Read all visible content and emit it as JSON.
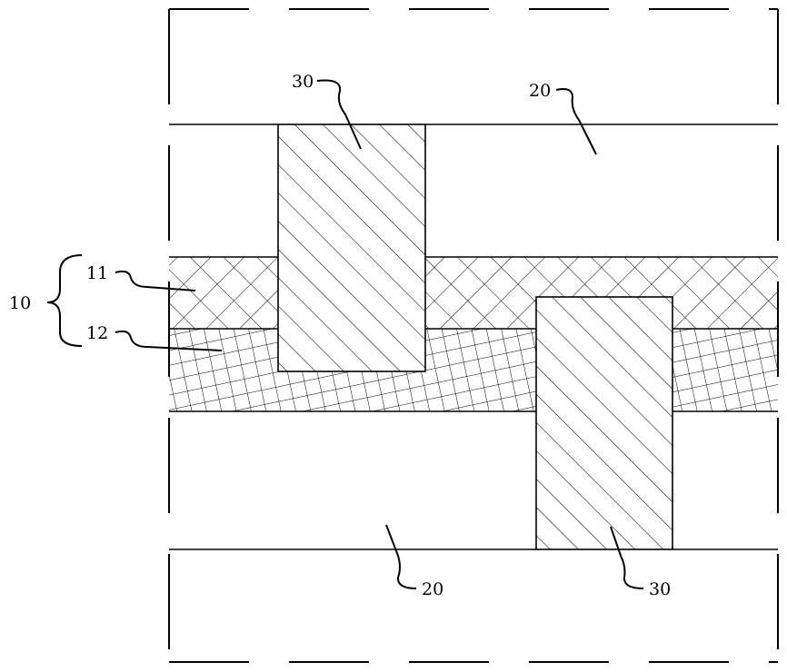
{
  "colors": {
    "line": "#000000",
    "background": "#ffffff"
  },
  "labels": {
    "group_10": "10",
    "layer_11": "11",
    "layer_12": "12",
    "upper_20": "20",
    "lower_20": "20",
    "upper_30": "30",
    "lower_30": "30"
  }
}
